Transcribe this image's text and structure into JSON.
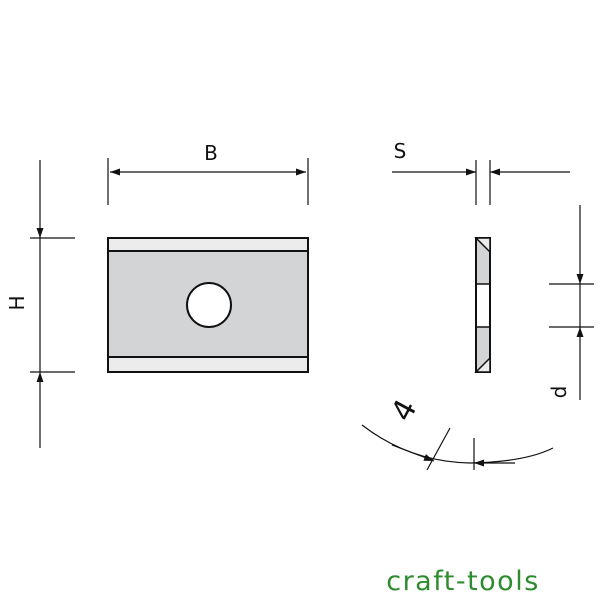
{
  "labels": {
    "width": "B",
    "height": "H",
    "thickness": "S",
    "hole_offset": "d",
    "angle": "4"
  },
  "brand": {
    "text": "craft-tools"
  },
  "colors": {
    "line": "#111111",
    "insert_fill": "#d2d4d6",
    "insert_edge": "#ececec",
    "brand": "#2e8b2e"
  }
}
